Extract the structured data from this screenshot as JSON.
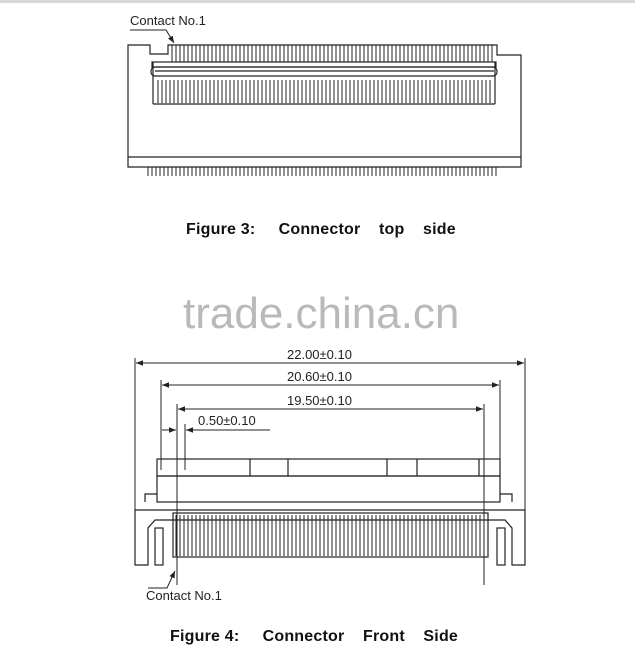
{
  "figure3": {
    "callout": "Contact No.1",
    "caption": "Figure 3:     Connector    top    side"
  },
  "figure4": {
    "callout": "Contact No.1",
    "caption": "Figure 4:     Connector    Front    Side",
    "dimensions": [
      {
        "label": "22.00±0.10"
      },
      {
        "label": "20.60±0.10"
      },
      {
        "label": "19.50±0.10"
      },
      {
        "label": "0.50±0.10"
      }
    ]
  },
  "watermark": "trade.china.cn",
  "colors": {
    "line": "#222222",
    "background": "#ffffff",
    "watermark": "#b9b9b9"
  }
}
